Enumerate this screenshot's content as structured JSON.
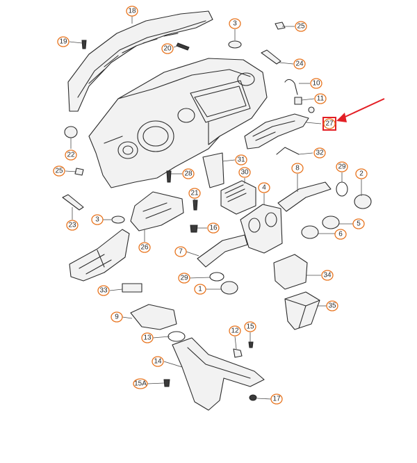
{
  "colors": {
    "callout_outline": "#e8741e",
    "highlight": "#e31e24",
    "line": "#2a2a2a"
  },
  "highlighted_part": "27",
  "callouts": [
    "18",
    "19",
    "20",
    "3",
    "25",
    "24",
    "10",
    "11",
    "27",
    "22",
    "31",
    "32",
    "25",
    "28",
    "21",
    "30",
    "8",
    "29",
    "2",
    "23",
    "3",
    "16",
    "26",
    "4",
    "5",
    "6",
    "7",
    "29",
    "34",
    "1",
    "33",
    "9",
    "35",
    "13",
    "12",
    "15",
    "14",
    "15A",
    "17"
  ]
}
